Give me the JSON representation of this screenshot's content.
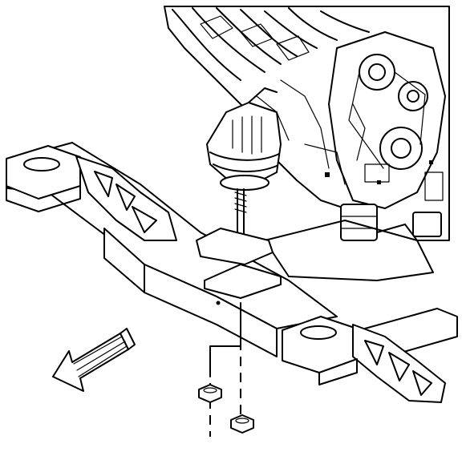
{
  "figure": {
    "description_labels": [],
    "colors": {
      "line": "#000000",
      "background": "#ffffff"
    },
    "icons": [
      "engine-assembly",
      "front-crossmember",
      "engine-mount",
      "mount-stud",
      "mount-nut",
      "forward-direction-arrow"
    ]
  }
}
